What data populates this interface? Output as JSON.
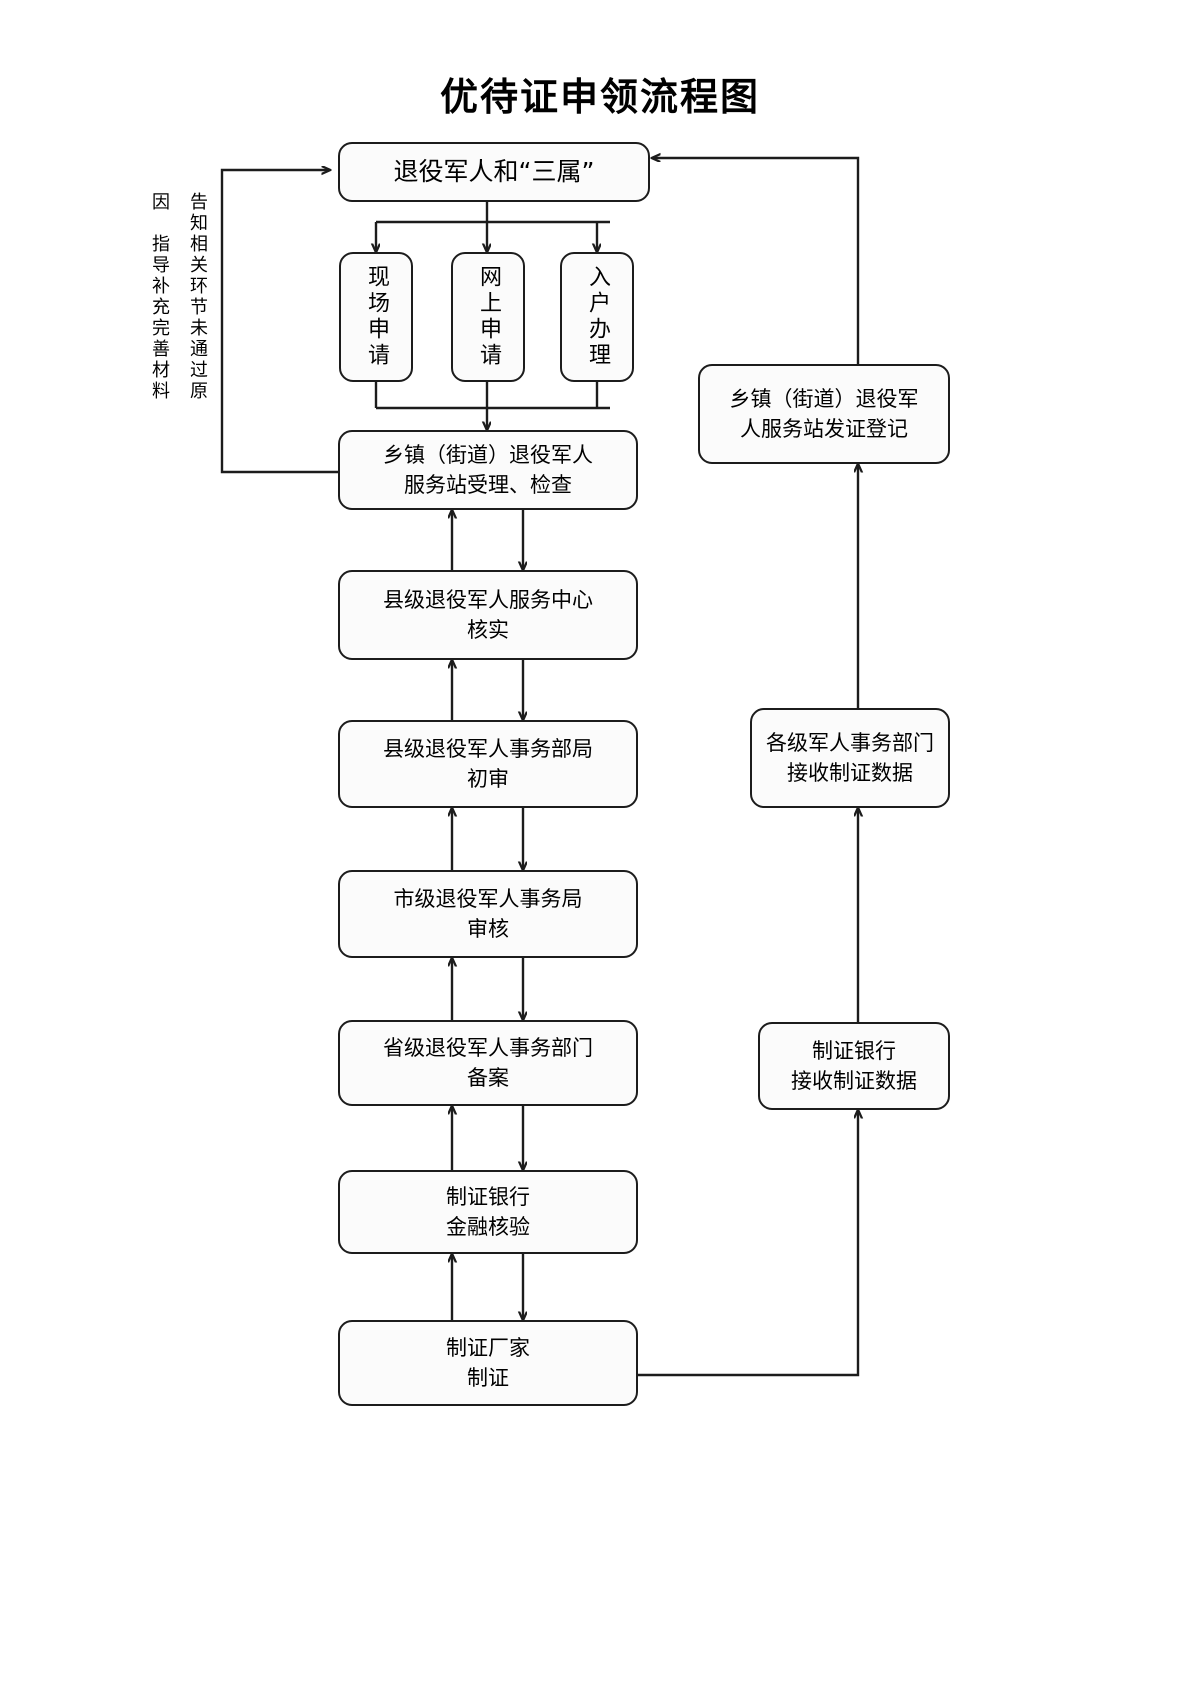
{
  "document": {
    "title": "优待证申领流程图",
    "type": "flowchart"
  },
  "chart_data": {
    "type": "diagram",
    "title": "优待证申领流程图",
    "nodes": [
      {
        "id": "applicant",
        "label": "退役军人和“三属”",
        "orientation": "horizontal"
      },
      {
        "id": "onsite",
        "label": "现场申请",
        "orientation": "vertical"
      },
      {
        "id": "online",
        "label": "网上申请",
        "orientation": "vertical"
      },
      {
        "id": "home",
        "label": "入户办理",
        "orientation": "vertical"
      },
      {
        "id": "township",
        "label": "乡镇（街道）退役军人\n服务站受理、检查",
        "orientation": "horizontal"
      },
      {
        "id": "county_center",
        "label": "县级退役军人服务中心\n核实",
        "orientation": "horizontal"
      },
      {
        "id": "county_bureau",
        "label": "县级退役军人事务部局\n初审",
        "orientation": "horizontal"
      },
      {
        "id": "city_bureau",
        "label": "市级退役军人事务局\n审核",
        "orientation": "horizontal"
      },
      {
        "id": "province_dept",
        "label": "省级退役军人事务部门\n备案",
        "orientation": "horizontal"
      },
      {
        "id": "bank_verify",
        "label": "制证银行\n金融核验",
        "orientation": "horizontal"
      },
      {
        "id": "factory",
        "label": "制证厂家\n制证",
        "orientation": "horizontal"
      },
      {
        "id": "bank_receive",
        "label": "制证银行\n接收制证数据",
        "orientation": "horizontal"
      },
      {
        "id": "depts_receive",
        "label": "各级军人事务部门\n接收制证数据",
        "orientation": "horizontal"
      },
      {
        "id": "issue_register",
        "label": "乡镇（街道）退役军\n人服务站发证登记",
        "orientation": "horizontal"
      }
    ],
    "annotations": [
      {
        "id": "reject-reason-note",
        "label": "告知相关环节未通过原",
        "orientation": "vertical"
      },
      {
        "id": "guidance-note",
        "label": "因　指导补充完善材料",
        "orientation": "vertical"
      }
    ],
    "edges": [
      {
        "from": "applicant",
        "to": "onsite"
      },
      {
        "from": "applicant",
        "to": "online"
      },
      {
        "from": "applicant",
        "to": "home"
      },
      {
        "from": "onsite",
        "to": "township"
      },
      {
        "from": "online",
        "to": "township"
      },
      {
        "from": "home",
        "to": "township"
      },
      {
        "from": "township",
        "to": "county_center"
      },
      {
        "from": "county_center",
        "to": "township"
      },
      {
        "from": "county_center",
        "to": "county_bureau"
      },
      {
        "from": "county_bureau",
        "to": "county_center"
      },
      {
        "from": "county_bureau",
        "to": "city_bureau"
      },
      {
        "from": "city_bureau",
        "to": "county_bureau"
      },
      {
        "from": "city_bureau",
        "to": "province_dept"
      },
      {
        "from": "province_dept",
        "to": "city_bureau"
      },
      {
        "from": "province_dept",
        "to": "bank_verify"
      },
      {
        "from": "bank_verify",
        "to": "province_dept"
      },
      {
        "from": "bank_verify",
        "to": "factory"
      },
      {
        "from": "factory",
        "to": "bank_verify"
      },
      {
        "from": "factory",
        "to": "bank_receive"
      },
      {
        "from": "bank_receive",
        "to": "depts_receive"
      },
      {
        "from": "depts_receive",
        "to": "issue_register"
      },
      {
        "from": "issue_register",
        "to": "applicant"
      },
      {
        "from": "township",
        "to": "applicant",
        "note": "告知相关环节未通过原因　指导补充完善材料"
      }
    ],
    "colors": {
      "stroke": "#1c1c1c",
      "fill": "#fbfbfb",
      "background": "#ffffff",
      "text": "#000000"
    }
  }
}
